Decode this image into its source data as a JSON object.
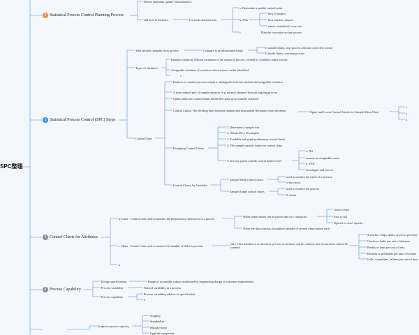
{
  "colors": {
    "background": "#f4f7fb",
    "connector": "#5b8fd9",
    "badge_orange": "#f0883e",
    "badge_blue": "#3a8ee6",
    "badge_gray": "#8a8f97"
  },
  "root": {
    "label": "SPC整理"
  },
  "topics": [
    {
      "number": "2",
      "badge_color": "orange",
      "label": "Statistical Process Control Planning Process",
      "nodes": {
        "define_quality": "Define important quality characteristics.",
        "how_to_measure": "and how to measure",
        "for_each": "For each characteristic,",
        "a_determine": "a. Determine a quality control point",
        "b_plan": "b. Plan",
        "how_to_inspect": "how to inspect",
        "how_much_inspect": "how much to inspect",
        "where_centralized": "where centralized or on-site",
        "c_marker": "c.",
        "plan_corrective": "Plan the corrective-action process."
      }
    },
    {
      "number": "3",
      "badge_color": "blue",
      "label": "Statistical Process Control (SPC) Steps",
      "nodes": {
        "take_samples": "Take periodic samples from process",
        "compare_limits": "Compare to predetermined limits",
        "outside_limits": "If outside limits, stop process and take corrective action",
        "inside_limits": "If inside limits, continue process",
        "types_variation": "Types of Variation",
        "random_variation": "Random variation: Natural variations in the output of process, created by countless minor factors",
        "assignable_variation": "Assignable variation: A variation whose source can be identified",
        "variation_c": "c",
        "control_chart": "Control Chart",
        "purpose": "Purpose: to monitor process output to distinguish between random and assignable variation",
        "time_ordered": "A time ordered plot of sample statistics (e.g. means) obtained from an ongoing process",
        "upper_lower": "Upper and lower control limits define the range of acceptable variation",
        "control_limits": "Control Limits: The dividing lines between random and nonrandom deviations from the mean",
        "ul_sample_mean": "Upper and Lower Control Limits for Sample Mean Chart",
        "ul_a": "a",
        "ul_b": "a",
        "ul_c": "a",
        "designing": "Designing Control Charts",
        "d1": "1. Determine a sample size",
        "d2": "2. Obtain 20 to 25 samples",
        "d3": "3. Establish and graph preliminary control limits",
        "d4": "4. Plot sample statistic values on control chart",
        "d5": "5. Are any points outside control limits (CL)?",
        "d5_no": "a. NO",
        "d5_no_detail": "assume no assignable cause",
        "d5_yes": "b. YES",
        "d5_yes_detail": "investigate and correct",
        "variables": "Control Charts for Variables",
        "sample_mean_charts": "Sample Mean control charts",
        "smc_detail": "used to monitor the mean of a process.",
        "xbar_charts": "x-bar charts",
        "sample_range_charts": "Sample Range control charts",
        "src_detail": "used to monitor the process",
        "r_charts": "R charts"
      }
    },
    {
      "number": "4",
      "badge_color": "gray",
      "label": "Control Charts for Attributes",
      "nodes": {
        "p_chart": "p-Chart - Control chart used to monitor the proportion of defectives in a process",
        "p_when_two": "When observations can be placed into two categories.",
        "good_bad": "Good or bad",
        "pass_fail": "Pass or fail",
        "operate": "Operate or don't operate",
        "p_when_multiple": "When the data consists of multiple samples of several observations each",
        "c_chart": "c-Chart - Control chart used to monitor the number of defects per unit",
        "c_only_when": "only when number of occurrences per unit of measure can be counted; non-occurrences cannot be counted.",
        "scratches": "Scratches, chips, dents, or errors per item",
        "cracks": "Cracks or faults per unit of distance",
        "breaks": "Breaks or tears per unit of area",
        "bacteria": "Bacteria or pollutants per unit of volume",
        "calls": "Calls, complaints, failures per unit of time",
        "attr_a": "a"
      }
    },
    {
      "number": "5",
      "badge_color": "gray",
      "label": "Process Capability",
      "nodes": {
        "design_specs": "Design specifications",
        "design_specs_detail": "Range of acceptable values established by engineering design or customer requirements",
        "process_variability": "Process variability",
        "pv_detail": "Natural variability in a process",
        "process_capability": "Process capability",
        "pc_detail": "Process variability relative to specification",
        "pc_a": "a"
      }
    },
    {
      "nodes": {
        "improve_capacity": "Improve process capacity",
        "simplify": "Simplify",
        "standardize": "Standardize",
        "mistake_proof": "Mistake-proof",
        "upgrade_equipment": "Upgrade equipment"
      }
    }
  ]
}
